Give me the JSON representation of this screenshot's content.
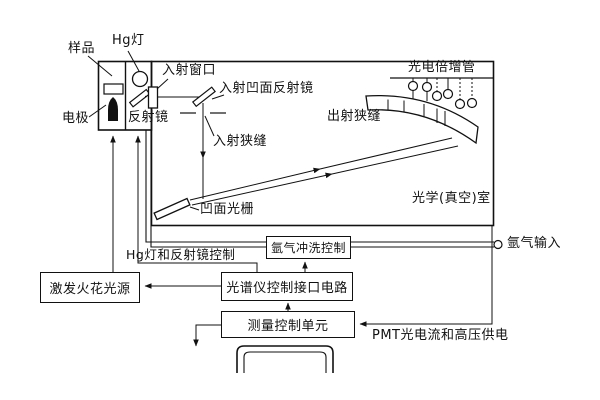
{
  "diagram": {
    "labels": {
      "sample": "样品",
      "hg_lamp": "Hg灯",
      "entrance_window": "入射窗口",
      "entrance_concave_mirror": "入射凹面反射镜",
      "entrance_slit": "入射狭缝",
      "reflector": "反射镜",
      "electrode": "电极",
      "concave_grating": "凹面光栅",
      "exit_slit": "出射狭缝",
      "photomultiplier": "光电倍增管",
      "optical_chamber": "光学(真空)室",
      "hg_lamp_mirror_control": "Hg灯和反射镜控制",
      "argon_input": "氩气输入",
      "pmt_supply": "PMT光电流和高压供电"
    },
    "boxes": {
      "argon_purge": "氩气冲洗控制",
      "spark_source": "激发火花光源",
      "interface_circuit": "光谱仪控制接口电路",
      "measurement_unit": "测量控制单元"
    },
    "colors": {
      "line": "#111111",
      "background": "#ffffff"
    }
  }
}
